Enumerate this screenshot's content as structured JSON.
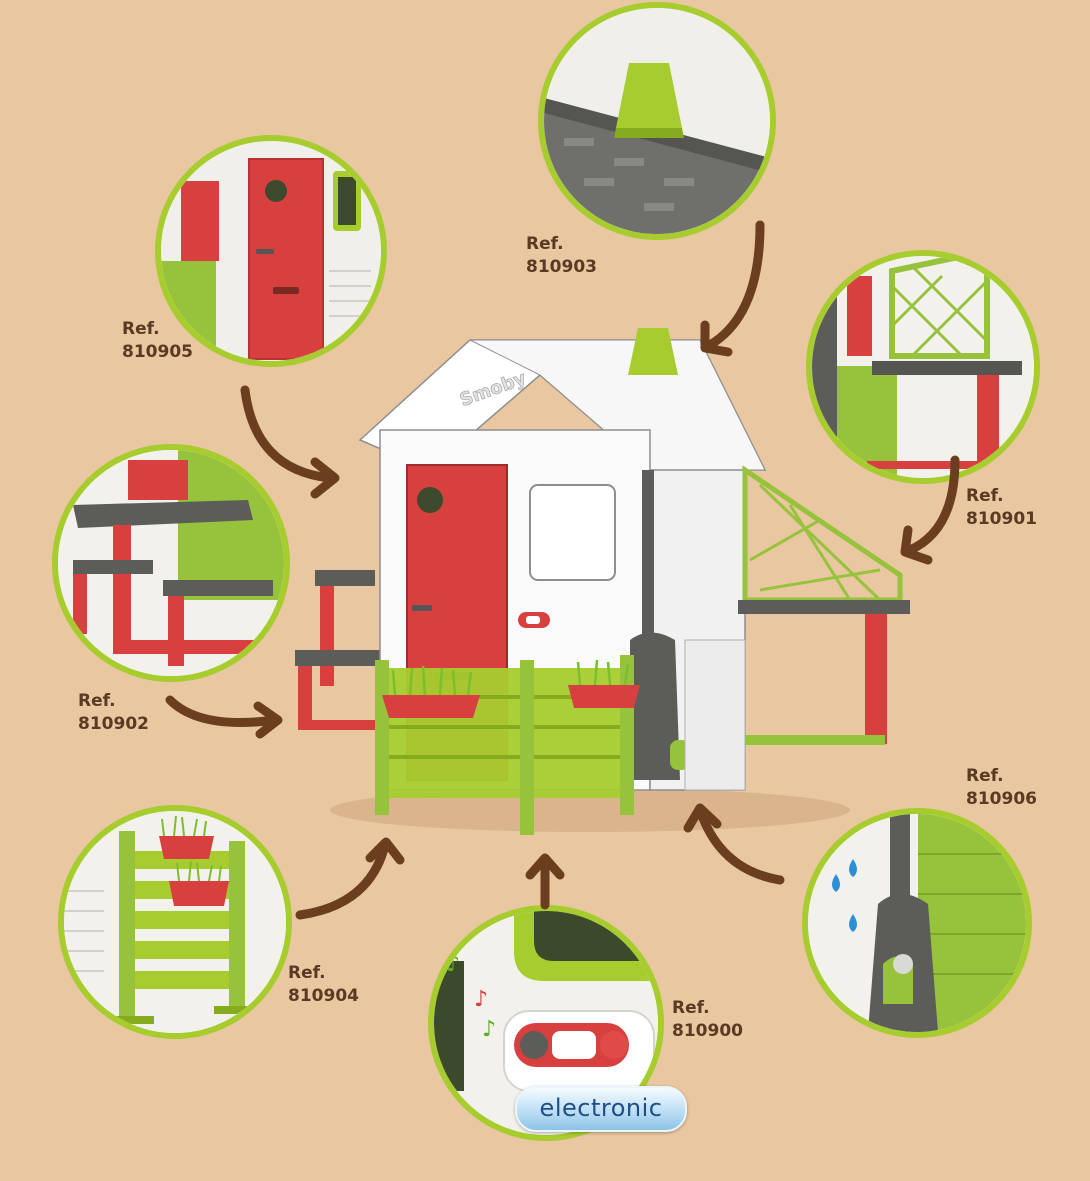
{
  "brand": "Smoby",
  "badge": "electronic",
  "colors": {
    "background": "#e8c7a1",
    "circle_border": "#a6cc2e",
    "label_text": "#5a3a22",
    "arrow": "#6b3e1f",
    "door_red": "#d8403f",
    "accent_green": "#a6cc2e"
  },
  "accessories": [
    {
      "id": "door",
      "ref_label": "Ref.",
      "ref_number": "810905",
      "depicts": "front door with mailbox slot"
    },
    {
      "id": "chimney",
      "ref_label": "Ref.",
      "ref_number": "810903",
      "depicts": "green chimney on roof"
    },
    {
      "id": "summer-kitchen",
      "ref_label": "Ref.",
      "ref_number": "810901",
      "depicts": "outdoor kitchen with trellis"
    },
    {
      "id": "picnic-table",
      "ref_label": "Ref.",
      "ref_number": "810902",
      "depicts": "picnic table with benches"
    },
    {
      "id": "water-butt",
      "ref_label": "Ref.",
      "ref_number": "810906",
      "depicts": "rain water collector with watering can"
    },
    {
      "id": "fence-planters",
      "ref_label": "Ref.",
      "ref_number": "810904",
      "depicts": "garden fence with planters"
    },
    {
      "id": "doorbell",
      "ref_label": "Ref.",
      "ref_number": "810900",
      "depicts": "electronic doorbell"
    }
  ]
}
